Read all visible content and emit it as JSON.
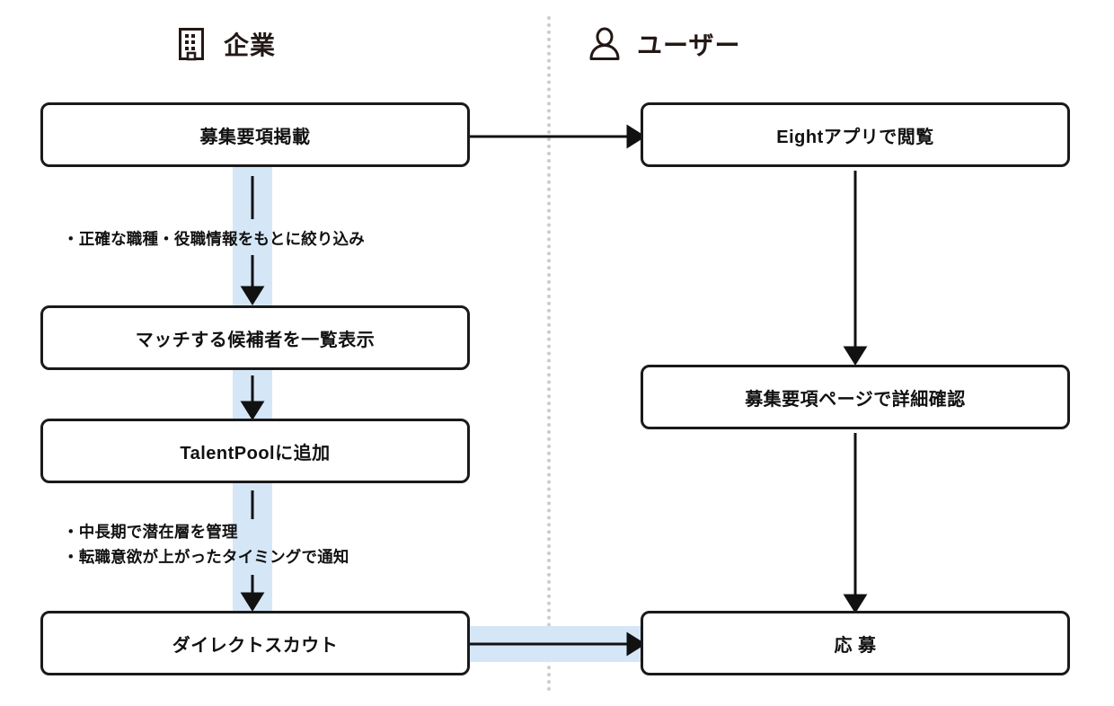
{
  "columns": {
    "left": {
      "header": {
        "label": "企業",
        "icon": "building-icon"
      }
    },
    "right": {
      "header": {
        "label": "ユーザー",
        "icon": "person-icon"
      }
    }
  },
  "nodes": {
    "posting": "募集要項掲載",
    "match_list": "マッチする候補者を一覧表示",
    "talentpool": "TalentPoolに追加",
    "direct_scout": "ダイレクトスカウト",
    "browse_app": "Eightアプリで閲覧",
    "detail_page": "募集要項ページで詳細確認",
    "apply": "応 募"
  },
  "notes": {
    "filter": [
      "・正確な職種・役職情報をもとに絞り込み"
    ],
    "manage": [
      "・中長期で潜在層を管理",
      "・転職意欲が上がったタイミングで通知"
    ]
  },
  "colors": {
    "highlight_band": "#d5e6f7",
    "box_border": "#1a1a1a",
    "arrow": "#111111",
    "divider": "#cccccc",
    "header_text": "#231815",
    "background": "#ffffff"
  }
}
